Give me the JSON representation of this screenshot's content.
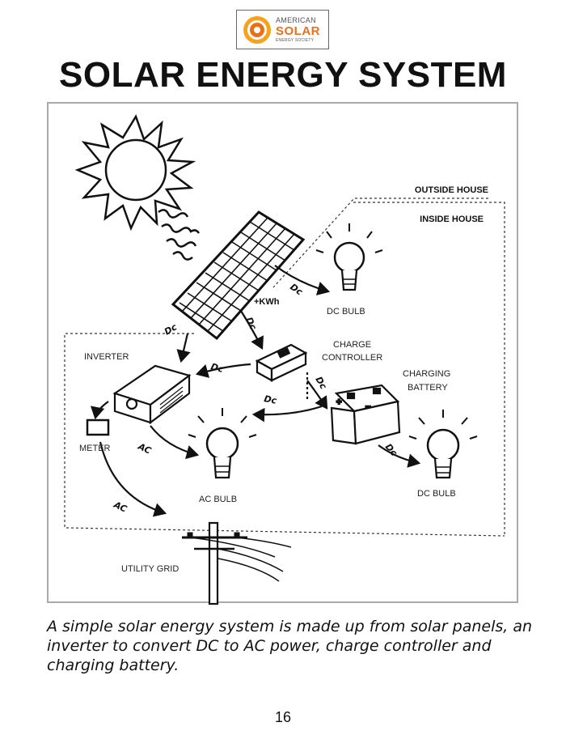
{
  "logo": {
    "line1": "AMERICAN",
    "line2": "SOLAR",
    "line3": "ENERGY SOCIETY",
    "accent": "#e8701a"
  },
  "title": "SOLAR ENERGY SYSTEM",
  "diagram": {
    "zones": {
      "outside": "OUTSIDE HOUSE",
      "inside": "INSIDE HOUSE"
    },
    "labels": {
      "inverter": "INVERTER",
      "meter": "METER",
      "dc_bulb_top": "DC BULB",
      "charge_controller_1": "CHARGE",
      "charge_controller_2": "CONTROLLER",
      "charging_battery_1": "CHARGING",
      "charging_battery_2": "BATTERY",
      "ac_bulb": "AC BULB",
      "dc_bulb_bottom": "DC BULB",
      "utility_grid": "UTILITY GRID",
      "kwh": "+KWh"
    },
    "arrows": {
      "dc": "Dc",
      "ac": "AC"
    }
  },
  "caption": "A simple solar energy system is made up from solar panels, an inverter to convert  DC to AC power, charge controller and charging battery.",
  "page_number": "16"
}
